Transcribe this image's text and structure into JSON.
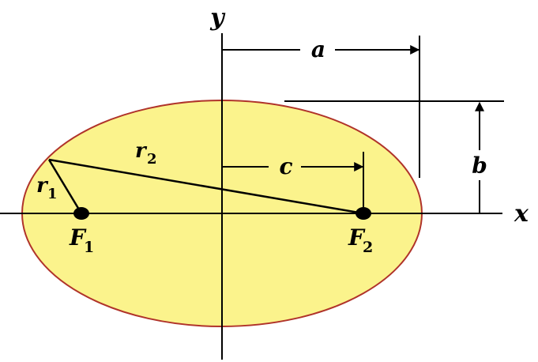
{
  "labels": {
    "x_axis": "x",
    "y_axis": "y",
    "semi_major": "a",
    "semi_minor": "b",
    "focal_distance": "c",
    "r1_letter": "r",
    "r1_sub": "1",
    "r2_letter": "r",
    "r2_sub": "2",
    "f1_letter": "F",
    "f1_sub": "1",
    "f2_letter": "F",
    "f2_sub": "2"
  },
  "colors": {
    "ellipse_fill": "#FBF38C",
    "ellipse_stroke": "#B0332A",
    "line": "#000000",
    "background": "#FFFFFF"
  }
}
